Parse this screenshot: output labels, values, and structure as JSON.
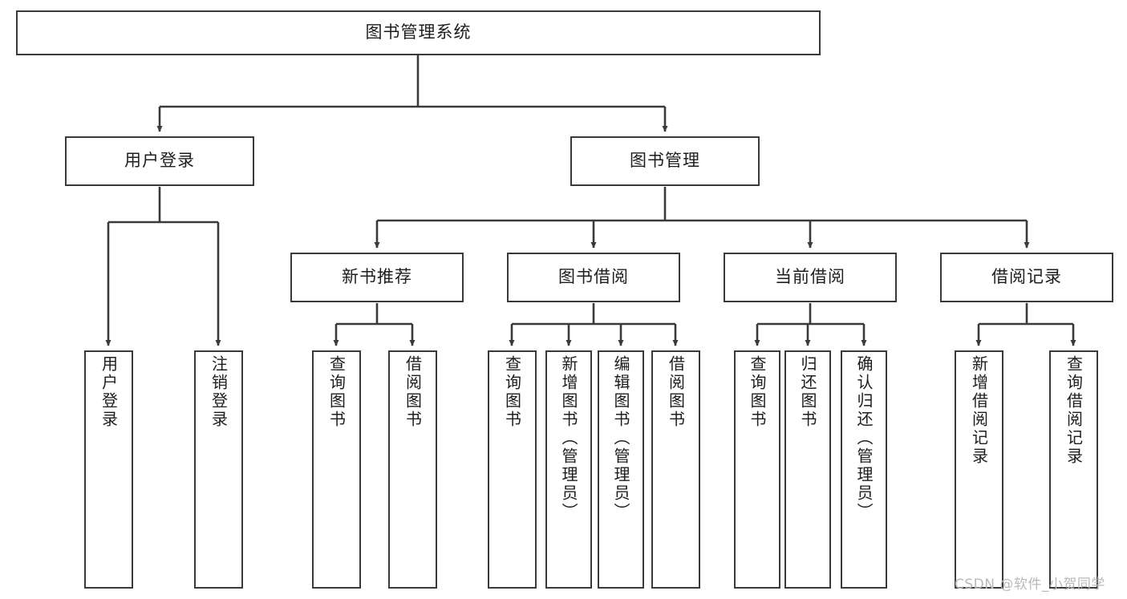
{
  "diagram": {
    "title": "图书管理系统",
    "type": "hierarchy-tree",
    "watermark": "CSDN @软件_小贺同学",
    "colors": {
      "box_border": "#3a3a3a",
      "box_fill": "#ffffff",
      "edge": "#3a3a3a",
      "text": "#1d1d1d",
      "watermark": "#b9b9b9",
      "background": "#ffffff"
    },
    "nodes": {
      "root": {
        "label": "图书管理系统"
      },
      "level2": [
        {
          "id": "user-login",
          "label": "用户登录"
        },
        {
          "id": "book-management",
          "label": "图书管理"
        }
      ],
      "level3": [
        {
          "id": "new-book-recommend",
          "label": "新书推荐"
        },
        {
          "id": "book-borrow",
          "label": "图书借阅"
        },
        {
          "id": "current-borrow",
          "label": "当前借阅"
        },
        {
          "id": "borrow-record",
          "label": "借阅记录"
        }
      ],
      "leaves": [
        {
          "id": "leaf-user-login",
          "label": "用户登录"
        },
        {
          "id": "leaf-logout-login",
          "label": "注销登录"
        },
        {
          "id": "leaf-query-book-1",
          "label": "查询图书"
        },
        {
          "id": "leaf-borrow-book-1",
          "label": "借阅图书"
        },
        {
          "id": "leaf-query-book-2",
          "label": "查询图书"
        },
        {
          "id": "leaf-add-book-admin",
          "label": "新增图书（管理员）"
        },
        {
          "id": "leaf-edit-book-admin",
          "label": "编辑图书（管理员）"
        },
        {
          "id": "leaf-borrow-book-2",
          "label": "借阅图书"
        },
        {
          "id": "leaf-query-book-3",
          "label": "查询图书"
        },
        {
          "id": "leaf-return-book",
          "label": "归还图书"
        },
        {
          "id": "leaf-confirm-return-admin",
          "label": "确认归还（管理员）"
        },
        {
          "id": "leaf-add-borrow-record",
          "label": "新增借阅记录"
        },
        {
          "id": "leaf-query-borrow-record",
          "label": "查询借阅记录"
        }
      ]
    }
  }
}
